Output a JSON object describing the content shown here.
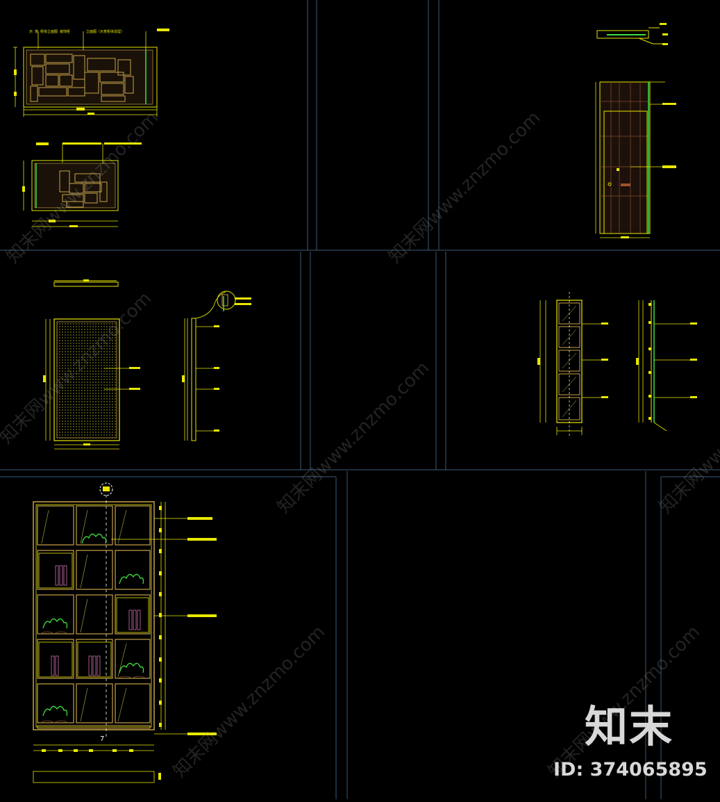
{
  "watermark": {
    "logo_text": "知末",
    "id_text": "ID: 374065895",
    "repeat_text": "知末网www.znzmo.com"
  },
  "drawing": {
    "labels": {
      "top_left_title_a": "示 意 柜体立面图 装饰柜",
      "top_left_title_b": "立面图（示意柜体造型）",
      "bookcase_center_mark": "7"
    }
  },
  "colors": {
    "background": "#000000",
    "viewport_border": "#3a5a78",
    "outline_yellow": "#e8e800",
    "furniture_tan": "#c8a24a",
    "plant_green": "#3ee03e",
    "wood_brown": "#6a3b22",
    "watermark": "#d8d8d8"
  }
}
